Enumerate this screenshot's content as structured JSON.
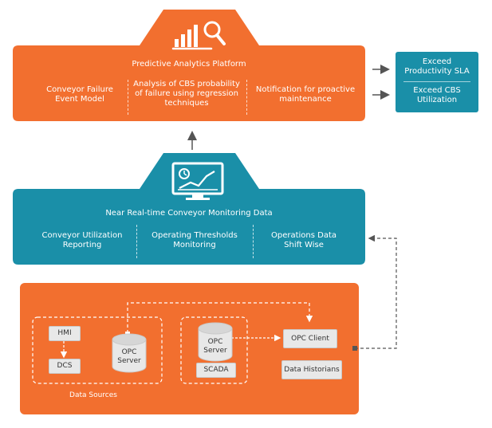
{
  "top_panel": {
    "title": "Predictive Analytics Platform",
    "items": [
      "Conveyor Failure Event Model",
      "Analysis of CBS probability of failure using regression techniques",
      "Notification for proactive maintenance"
    ],
    "icon": "bar-chart-magnifier-icon",
    "color": "#F26F2F"
  },
  "outcomes": {
    "items": [
      "Exceed Productivity SLA",
      "Exceed CBS Utilization"
    ],
    "color": "#1A8FA8"
  },
  "middle_panel": {
    "title": "Near Real-time Conveyor Monitoring Data",
    "items": [
      "Conveyor Utilization Reporting",
      "Operating Thresholds Monitoring",
      "Operations Data Shift Wise"
    ],
    "icon": "monitor-chart-icon",
    "color": "#1A8FA8"
  },
  "bottom_panel": {
    "group1": {
      "hmi": "HMI",
      "dcs": "DCS",
      "opc_server": "OPC Server",
      "caption": "Data Sources"
    },
    "group2": {
      "opc_server": "OPC Server",
      "scada": "SCADA"
    },
    "opc_client": "OPC Client",
    "data_historians": "Data Historians",
    "color": "#F26F2F"
  }
}
